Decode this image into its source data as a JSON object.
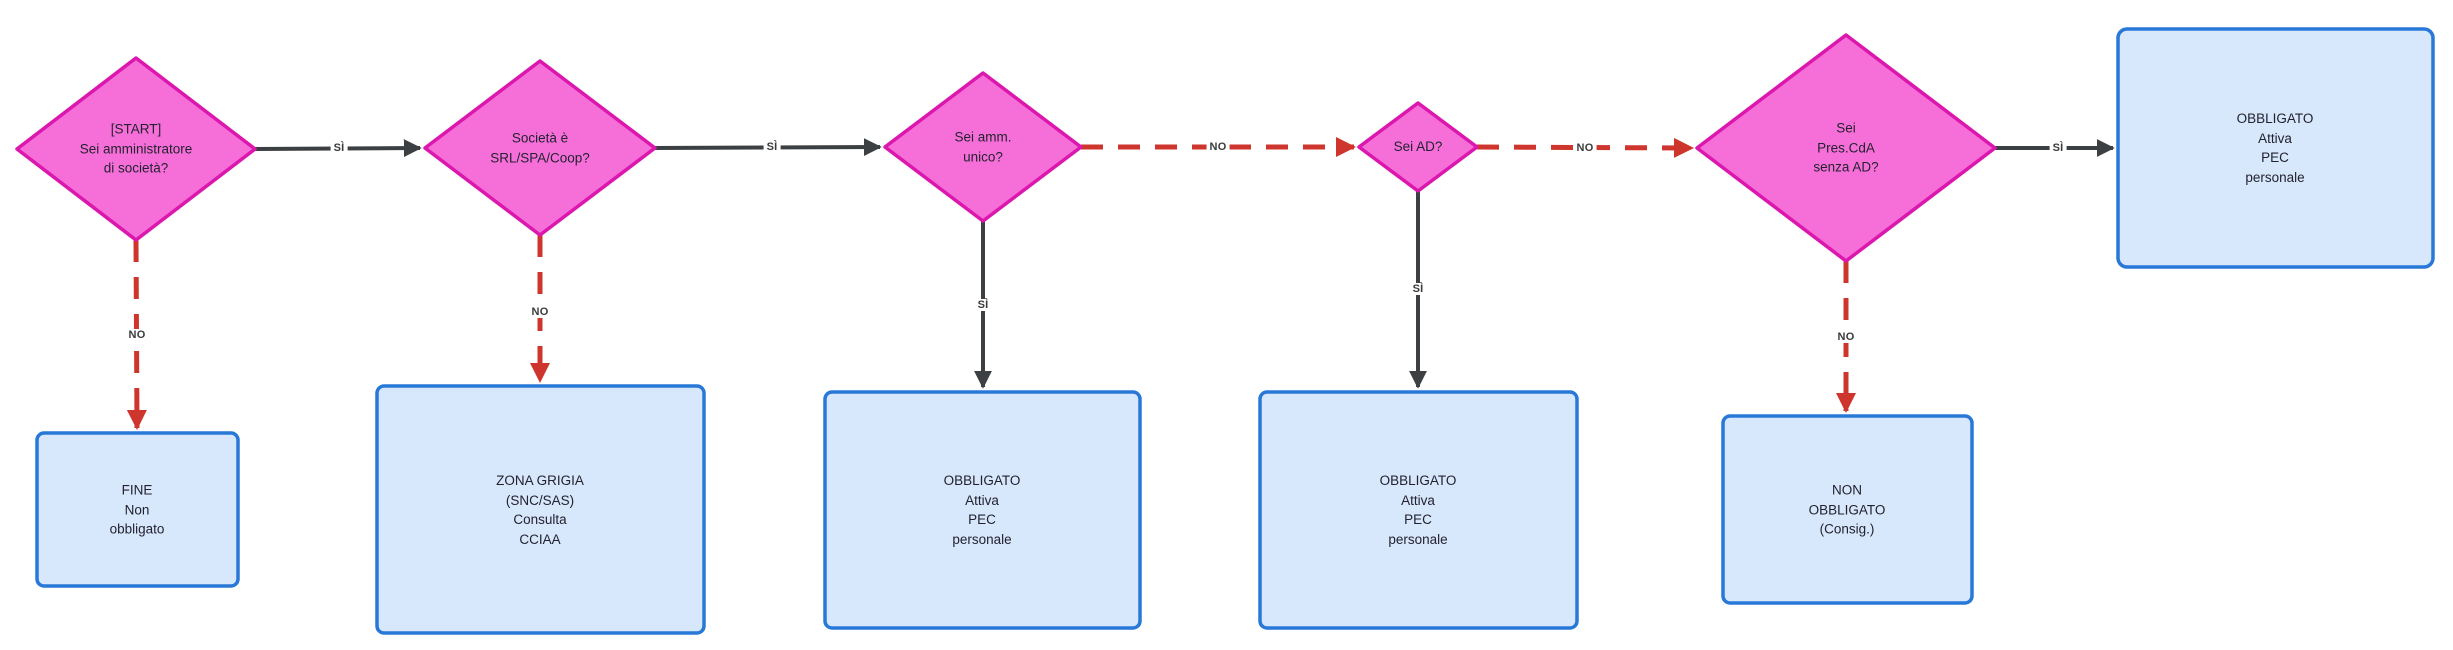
{
  "flowchart": {
    "colors": {
      "decision_fill": "#F66FD9",
      "decision_border": "#DB17AE",
      "result_fill": "#D7E7FC",
      "result_border": "#2878D8",
      "yes_arrow": "#3C4043",
      "no_arrow": "#CE352C",
      "node_text": "#23222f",
      "edge_label_text": "#3b3b3b"
    },
    "decisions": [
      {
        "id": "start",
        "label": "[START]\nSei amministratore\ndi società?"
      },
      {
        "id": "tipo-societa",
        "label": "Società è\nSRL/SPA/Coop?"
      },
      {
        "id": "amm-unico",
        "label": "Sei amm.\nunico?"
      },
      {
        "id": "ad",
        "label": "Sei AD?"
      },
      {
        "id": "pres-cda",
        "label": "Sei\nPres.CdA\nsenza AD?"
      }
    ],
    "results": [
      {
        "id": "obbligato-pres-cda",
        "label": "OBBLIGATO\nAttiva\nPEC\npersonale"
      },
      {
        "id": "fine-non-obbligato",
        "label": "FINE\nNon\nobbligato"
      },
      {
        "id": "zona-grigia",
        "label": "ZONA GRIGIA\n(SNC/SAS)\nConsulta\nCCIAA"
      },
      {
        "id": "obbligato-amm-unico",
        "label": "OBBLIGATO\nAttiva\nPEC\npersonale"
      },
      {
        "id": "obbligato-ad",
        "label": "OBBLIGATO\nAttiva\nPEC\npersonale"
      },
      {
        "id": "non-obbligato-consig",
        "label": "NON\nOBBLIGATO\n(Consig.)"
      }
    ],
    "edges": [
      {
        "from": "start",
        "to": "tipo-societa",
        "label": "SÌ",
        "style": "solid"
      },
      {
        "from": "start",
        "to": "fine-non-obbligato",
        "label": "NO",
        "style": "dashed"
      },
      {
        "from": "tipo-societa",
        "to": "amm-unico",
        "label": "SÌ",
        "style": "solid"
      },
      {
        "from": "tipo-societa",
        "to": "zona-grigia",
        "label": "NO",
        "style": "dashed"
      },
      {
        "from": "amm-unico",
        "to": "ad",
        "label": "NO",
        "style": "dashed"
      },
      {
        "from": "amm-unico",
        "to": "obbligato-amm-unico",
        "label": "SÌ",
        "style": "solid"
      },
      {
        "from": "ad",
        "to": "pres-cda",
        "label": "NO",
        "style": "dashed"
      },
      {
        "from": "ad",
        "to": "obbligato-ad",
        "label": "SÌ",
        "style": "solid"
      },
      {
        "from": "pres-cda",
        "to": "obbligato-pres-cda",
        "label": "SÌ",
        "style": "solid"
      },
      {
        "from": "pres-cda",
        "to": "non-obbligato-consig",
        "label": "NO",
        "style": "dashed"
      }
    ]
  }
}
